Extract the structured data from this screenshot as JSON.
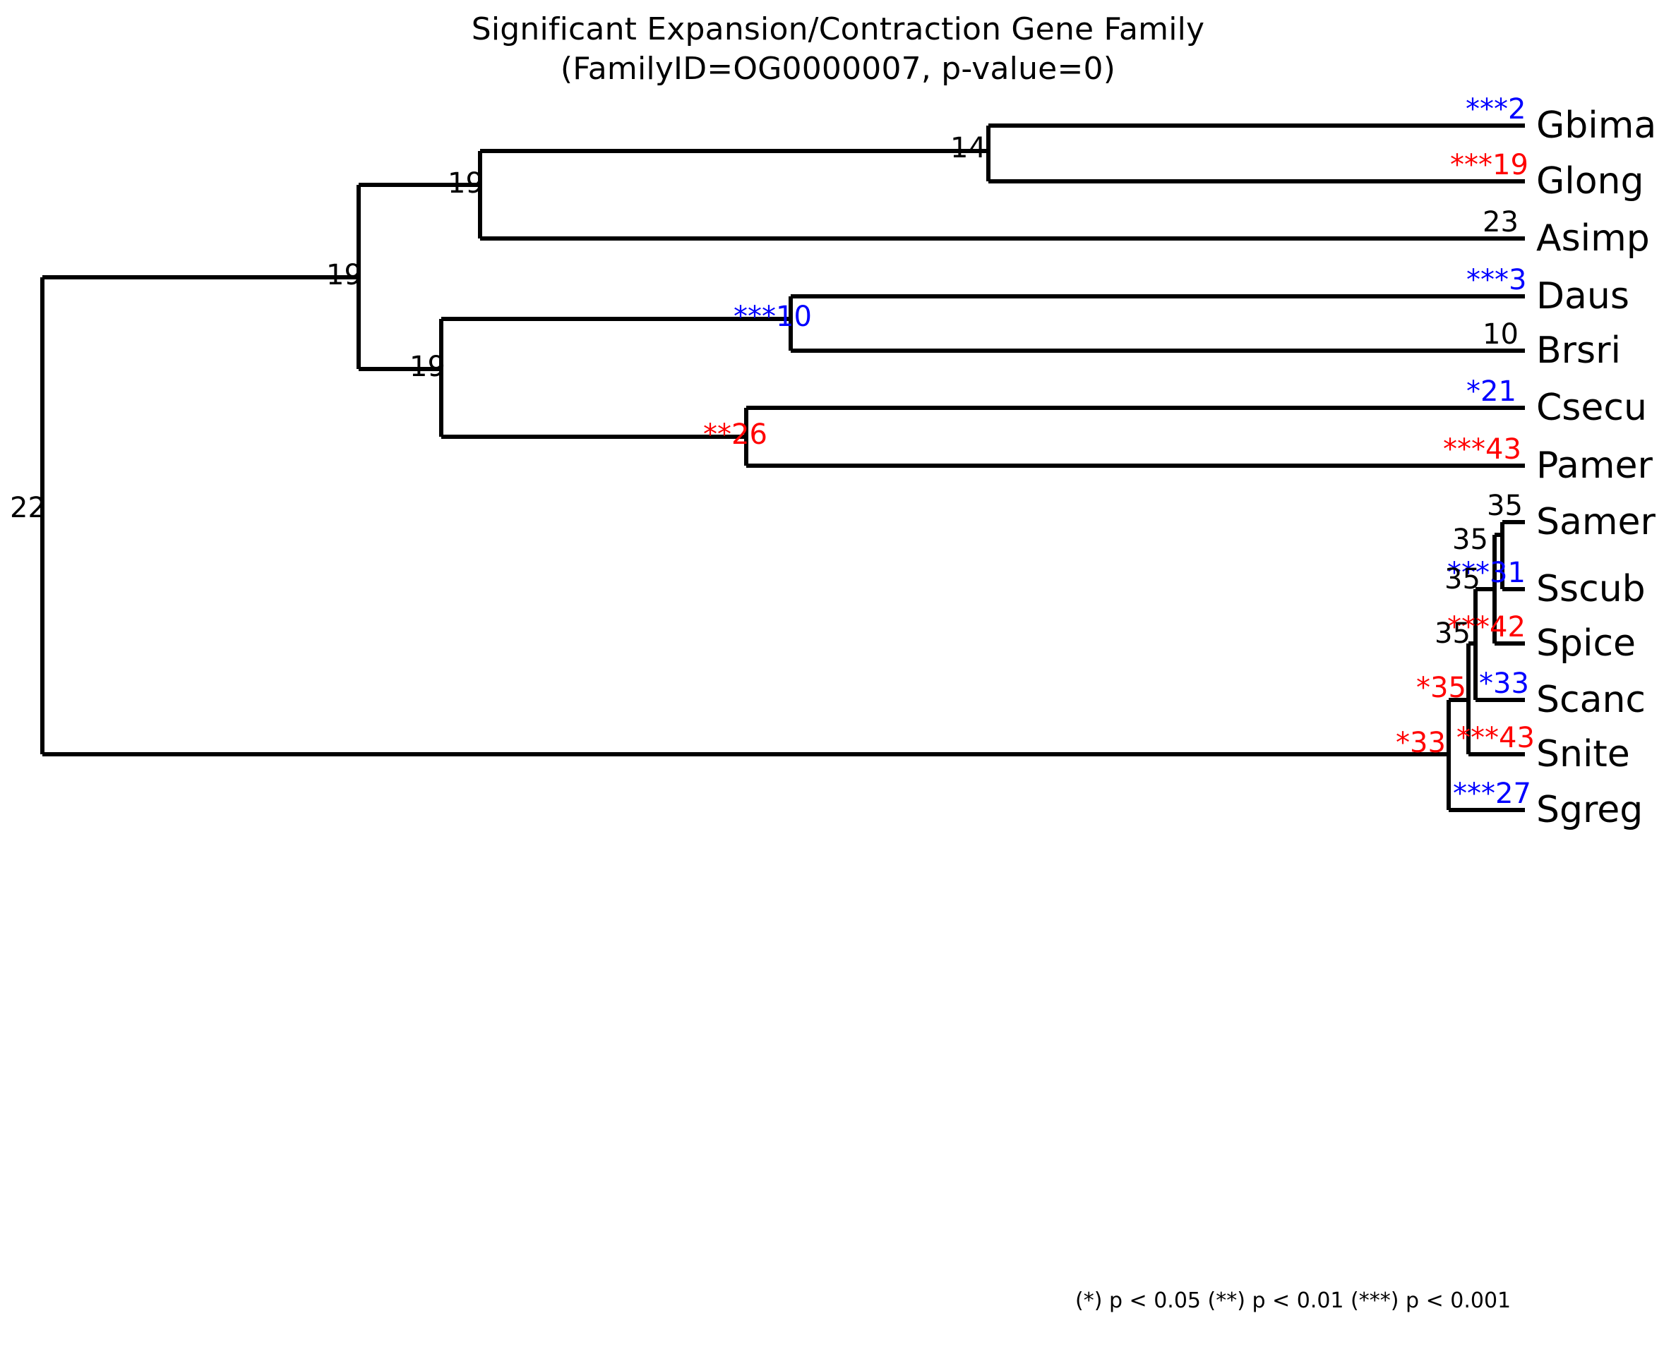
{
  "title": {
    "line1": "Significant Expansion/Contraction Gene Family",
    "line2": "(FamilyID=OG0000007, p-value=0)"
  },
  "footnote": "(*) p < 0.05  (**) p < 0.01  (***) p < 0.001",
  "colors": {
    "expansion": "#0000ff",
    "contraction": "#ff0000",
    "neutral": "#000000",
    "branch": "#000000",
    "background": "#ffffff"
  },
  "chart_data": {
    "type": "tree",
    "title": "Significant Expansion/Contraction Gene Family (FamilyID=OG0000007, p-value=0)",
    "family_id": "OG0000007",
    "p_value": "0",
    "root_count": "22",
    "tips": [
      {
        "name": "Gbima",
        "count": "2",
        "stars": "***",
        "sig_color": "#0000ff",
        "direction": "contraction"
      },
      {
        "name": "Glong",
        "count": "19",
        "stars": "***",
        "sig_color": "#ff0000",
        "direction": "expansion"
      },
      {
        "name": "Asimp",
        "count": "23",
        "stars": "",
        "sig_color": "#000000",
        "direction": "none"
      },
      {
        "name": "Daus",
        "count": "3",
        "stars": "***",
        "sig_color": "#0000ff",
        "direction": "contraction"
      },
      {
        "name": "Brsri",
        "count": "10",
        "stars": "",
        "sig_color": "#000000",
        "direction": "none"
      },
      {
        "name": "Csecu",
        "count": "21",
        "stars": "*",
        "sig_color": "#0000ff",
        "direction": "contraction"
      },
      {
        "name": "Pamer",
        "count": "43",
        "stars": "***",
        "sig_color": "#ff0000",
        "direction": "expansion"
      },
      {
        "name": "Samer",
        "count": "35",
        "stars": "",
        "sig_color": "#000000",
        "direction": "none"
      },
      {
        "name": "Sscub",
        "count": "31",
        "stars": "***",
        "sig_color": "#0000ff",
        "direction": "contraction"
      },
      {
        "name": "Spice",
        "count": "42",
        "stars": "***",
        "sig_color": "#ff0000",
        "direction": "expansion"
      },
      {
        "name": "Scanc",
        "count": "33",
        "stars": "*",
        "sig_color": "#0000ff",
        "direction": "contraction"
      },
      {
        "name": "Snite",
        "count": "43",
        "stars": "***",
        "sig_color": "#ff0000",
        "direction": "expansion"
      },
      {
        "name": "Sgreg",
        "count": "27",
        "stars": "***",
        "sig_color": "#0000ff",
        "direction": "contraction"
      }
    ],
    "internal_nodes": [
      {
        "id": "root",
        "count": "22",
        "stars": "",
        "sig_color": "#000000"
      },
      {
        "id": "n_all_but_root",
        "count": "19",
        "stars": "",
        "sig_color": "#000000"
      },
      {
        "id": "n_gbima_glong_asimp",
        "count": "19",
        "stars": "",
        "sig_color": "#000000"
      },
      {
        "id": "n_gbima_glong",
        "count": "14",
        "stars": "",
        "sig_color": "#000000"
      },
      {
        "id": "n_daus_pamer",
        "count": "19",
        "stars": "",
        "sig_color": "#000000"
      },
      {
        "id": "n_daus_brsri",
        "count": "10",
        "stars": "***",
        "sig_color": "#0000ff"
      },
      {
        "id": "n_csecu_pamer",
        "count": "26",
        "stars": "**",
        "sig_color": "#ff0000"
      },
      {
        "id": "n_samer_sscub",
        "count": "35",
        "stars": "",
        "sig_color": "#000000"
      },
      {
        "id": "n_samer_spice",
        "count": "35",
        "stars": "",
        "sig_color": "#000000"
      },
      {
        "id": "n_samer_scanc",
        "count": "35",
        "stars": "",
        "sig_color": "#000000"
      },
      {
        "id": "n_samer_snite",
        "count": "35",
        "stars": "*",
        "sig_color": "#ff0000"
      },
      {
        "id": "n_samer_sgreg",
        "count": "33",
        "stars": "*",
        "sig_color": "#ff0000"
      }
    ],
    "legend": "(*) p < 0.05  (**) p < 0.01  (***) p < 0.001"
  }
}
